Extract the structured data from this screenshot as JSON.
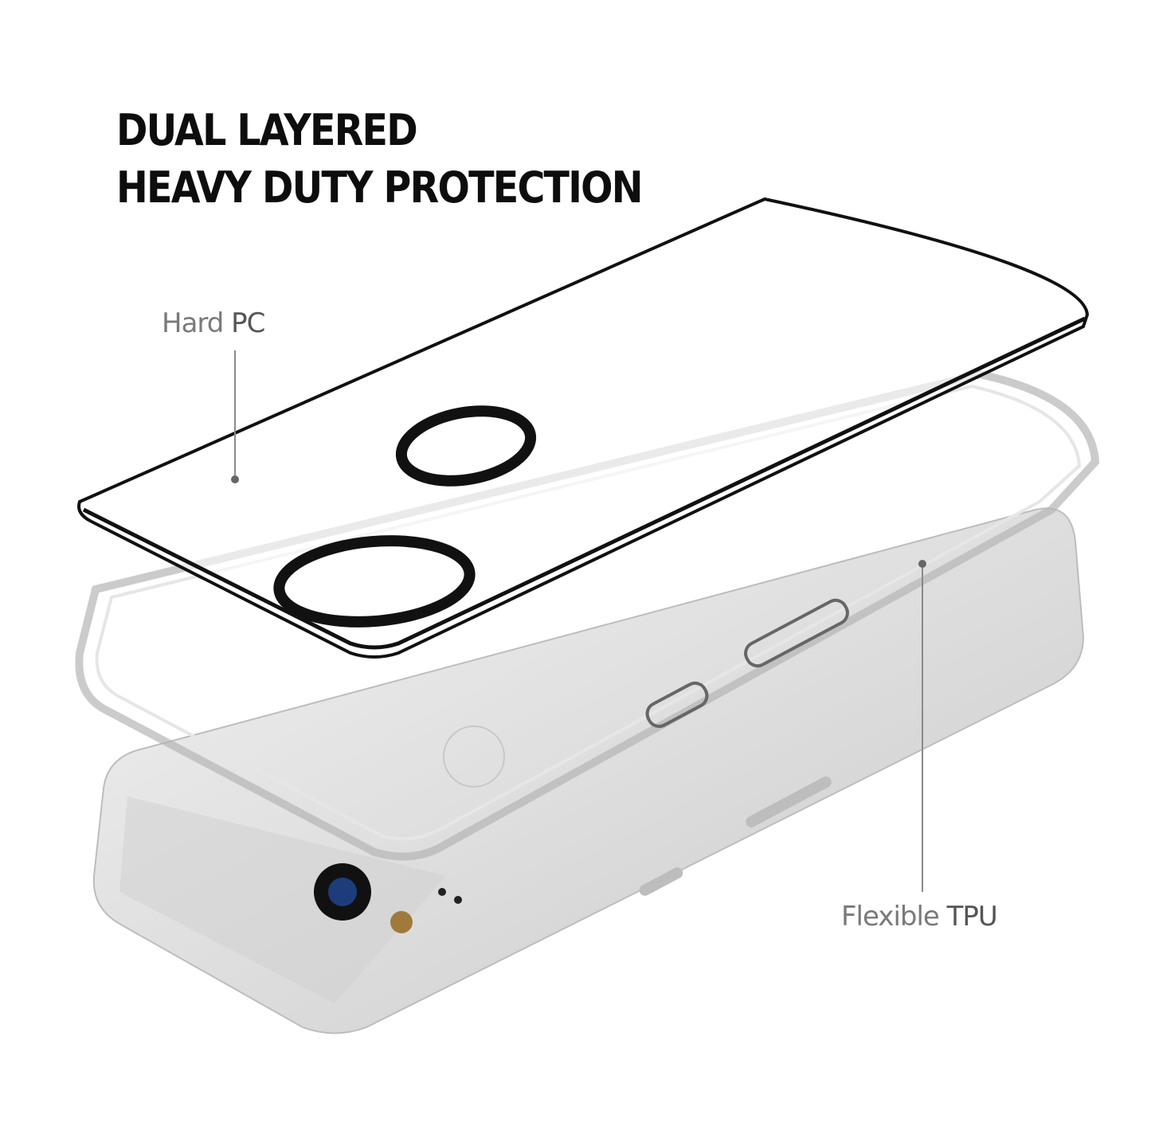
{
  "headline": {
    "line1": "DUAL LAYERED",
    "line2": "HEAVY DUTY PROTECTION"
  },
  "callouts": {
    "hard_pc": {
      "light": "Hard ",
      "bold": "PC"
    },
    "flexible_tpu": {
      "light": "Flexible ",
      "bold": "TPU"
    }
  },
  "colors": {
    "text_dark": "#0d0d0d",
    "label_gray": "#7a7a7a",
    "phone_silver": "#dcdcdc",
    "background": "#ffffff"
  }
}
